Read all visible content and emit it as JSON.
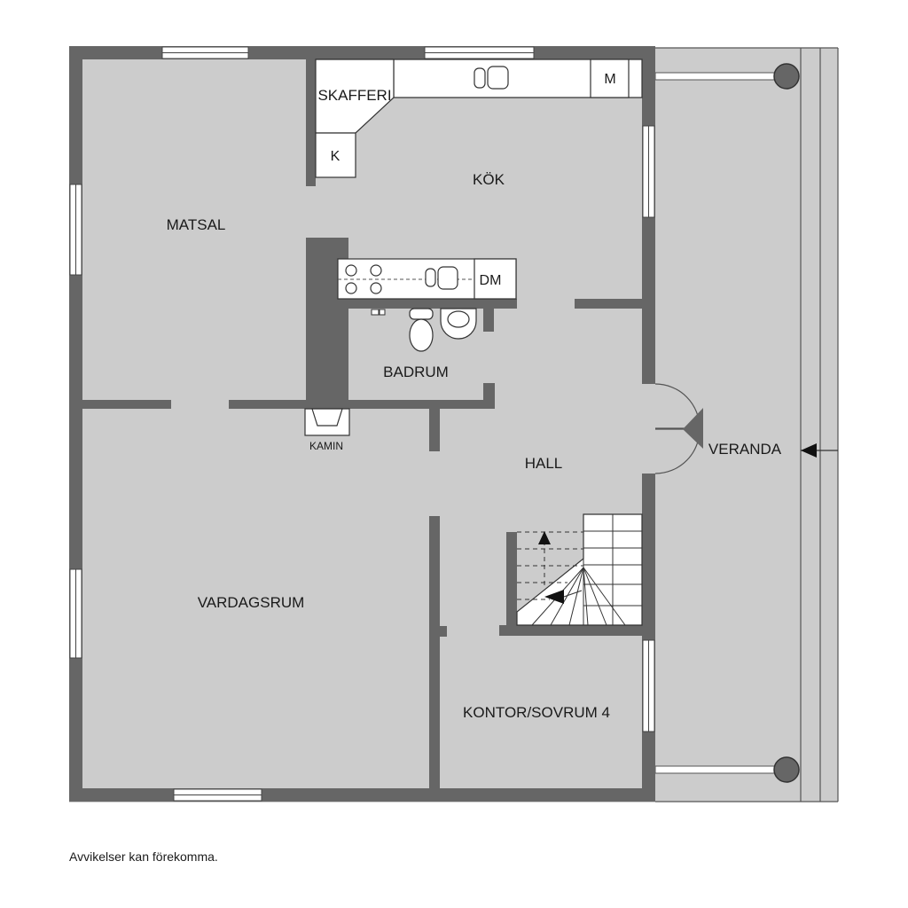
{
  "rooms": {
    "matsal": "MATSAL",
    "kok": "KÖK",
    "skafferi": "SKAFFERI",
    "badrum": "BADRUM",
    "hall": "HALL",
    "veranda": "VERANDA",
    "vardagsrum": "VARDAGSRUM",
    "kontor": "KONTOR/SOVRUM 4"
  },
  "fixtures": {
    "kamin": "KAMIN",
    "kyl": "K",
    "mikro": "M",
    "diskmaskin": "DM"
  },
  "disclaimer": "Avvikelser kan förekomma.",
  "colors": {
    "floor": "#cccccc",
    "wall": "#666666",
    "counter": "#ffffff",
    "outline": "#333333"
  }
}
